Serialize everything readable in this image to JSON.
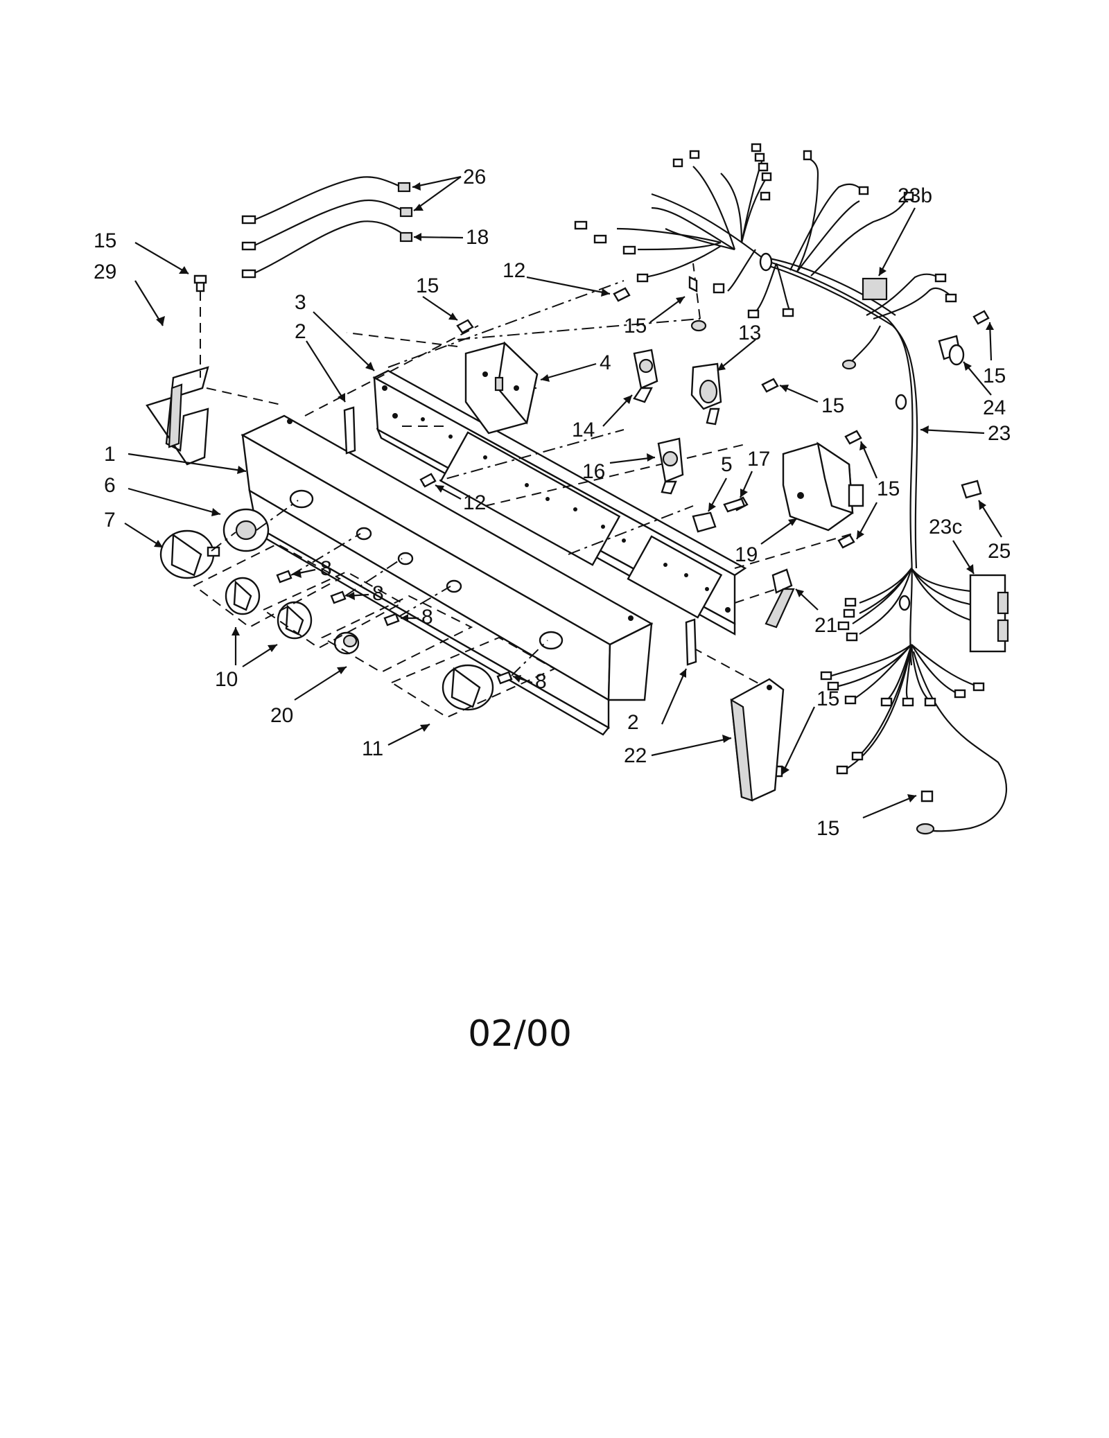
{
  "date_code": "02/00",
  "callouts": [
    {
      "id": "c15a",
      "text": "15"
    },
    {
      "id": "c29",
      "text": "29"
    },
    {
      "id": "c26",
      "text": "26"
    },
    {
      "id": "c18",
      "text": "18"
    },
    {
      "id": "c3",
      "text": "3"
    },
    {
      "id": "c2a",
      "text": "2"
    },
    {
      "id": "c15b",
      "text": "15"
    },
    {
      "id": "c12a",
      "text": "12"
    },
    {
      "id": "c4",
      "text": "4"
    },
    {
      "id": "c15c",
      "text": "15"
    },
    {
      "id": "c13",
      "text": "13"
    },
    {
      "id": "c23b",
      "text": "23b"
    },
    {
      "id": "c15d",
      "text": "15"
    },
    {
      "id": "c24",
      "text": "24"
    },
    {
      "id": "c15e",
      "text": "15"
    },
    {
      "id": "c14",
      "text": "14"
    },
    {
      "id": "c1",
      "text": "1"
    },
    {
      "id": "c6",
      "text": "6"
    },
    {
      "id": "c7",
      "text": "7"
    },
    {
      "id": "c12b",
      "text": "12"
    },
    {
      "id": "c16",
      "text": "16"
    },
    {
      "id": "c5",
      "text": "5"
    },
    {
      "id": "c17",
      "text": "17"
    },
    {
      "id": "c23",
      "text": "23"
    },
    {
      "id": "c15f",
      "text": "15"
    },
    {
      "id": "c19",
      "text": "19"
    },
    {
      "id": "c8a",
      "text": "8"
    },
    {
      "id": "c8b",
      "text": "8"
    },
    {
      "id": "c8c",
      "text": "8"
    },
    {
      "id": "c23c",
      "text": "23c"
    },
    {
      "id": "c25",
      "text": "25"
    },
    {
      "id": "c21",
      "text": "21"
    },
    {
      "id": "c10",
      "text": "10"
    },
    {
      "id": "c20",
      "text": "20"
    },
    {
      "id": "c8d",
      "text": "8"
    },
    {
      "id": "c11",
      "text": "11"
    },
    {
      "id": "c2b",
      "text": "2"
    },
    {
      "id": "c22",
      "text": "22"
    },
    {
      "id": "c15g",
      "text": "15"
    },
    {
      "id": "c15h",
      "text": "15"
    }
  ]
}
